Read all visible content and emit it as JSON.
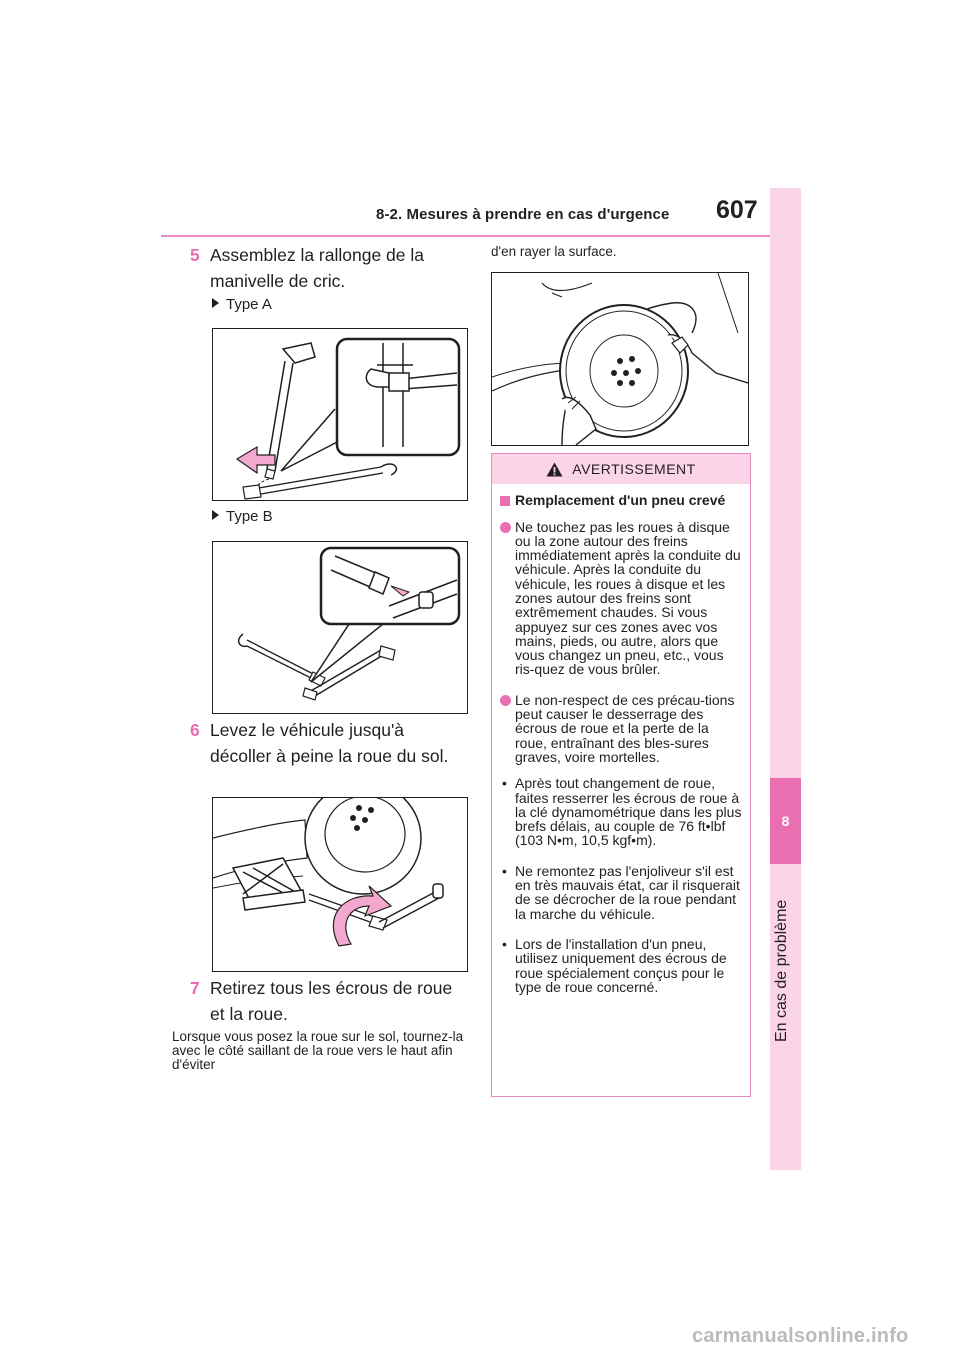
{
  "header": {
    "section_title": "8-2. Mesures à prendre en cas d'urgence",
    "page_number": "607"
  },
  "side_tab": {
    "chapter_number": "8",
    "chapter_label": "En cas de problème"
  },
  "steps": [
    {
      "num": "5",
      "text": "Assemblez la rallonge de la manivelle de cric."
    },
    {
      "num": "6",
      "text": "Levez le véhicule jusqu'à décoller à peine la roue du sol."
    },
    {
      "num": "7",
      "text": "Retirez tous les écrous de roue et la roue."
    }
  ],
  "type_labels": [
    "Type A",
    "Type B"
  ],
  "body_text": {
    "left": "Lorsque vous posez la roue sur le sol, tournez-la avec le côté saillant de la roue vers le haut afin d'éviter",
    "right": "d'en rayer la surface."
  },
  "warning": {
    "title": "AVERTISSEMENT",
    "section": "Remplacement d'un pneu crevé",
    "dots": [
      "Ne touchez pas les roues à disque ou la zone autour des freins immédiatement après la conduite du véhicule. Après la conduite du véhicule, les roues à disque et les zones autour des freins sont extrêmement chaudes. Si vous appuyez sur ces zones avec vos mains, pieds, ou autre, alors que vous changez un pneu, etc., vous ris-quez de vous brûler.",
      "Le non-respect de ces précau-tions peut causer le desserrage des écrous de roue et la perte de la roue, entraînant des bles-sures graves, voire mortelles."
    ],
    "bullets": [
      "Après tout changement de roue, faites resserrer les écrous de roue à la clé dynamométrique dans les plus brefs délais, au couple de 76 ft•lbf (103 N•m, 10,5 kgf•m).",
      "Ne remontez pas l'enjoliveur s'il est en très mauvais état, car il risquerait de se décrocher de la roue pendant la marche du véhicule.",
      "Lors de l'installation d'un pneu, utilisez uniquement des écrous de roue spécialement conçus pour le type de roue concerné."
    ]
  },
  "watermark": "carmanualsonline.info",
  "colors": {
    "accent": "#e96fb1",
    "accent_light": "#fbd4e8",
    "rule": "#e68bc0",
    "text": "#231f20"
  }
}
